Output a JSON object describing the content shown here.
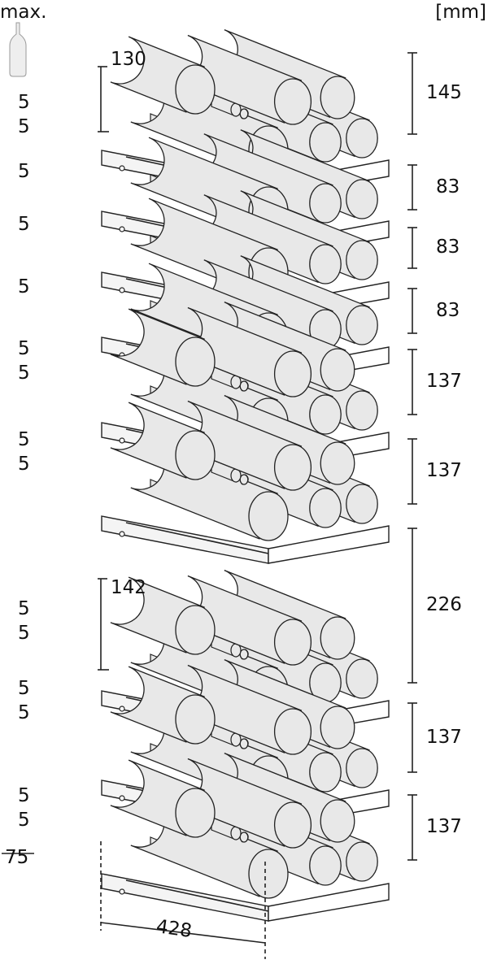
{
  "header": {
    "max_label": "max.",
    "unit_label": "[mm]"
  },
  "shelves": [
    {
      "capacity": [
        "5",
        "5"
      ],
      "height": "145",
      "layers": 2
    },
    {
      "capacity": [
        "5"
      ],
      "height": "83",
      "layers": 1
    },
    {
      "capacity": [
        "5"
      ],
      "height": "83",
      "layers": 1
    },
    {
      "capacity": [
        "5"
      ],
      "height": "83",
      "layers": 1
    },
    {
      "capacity": [
        "5",
        "5"
      ],
      "height": "137",
      "layers": 2
    },
    {
      "capacity": [
        "5",
        "5"
      ],
      "height": "137",
      "layers": 2
    },
    {
      "capacity": [
        "5",
        "5"
      ],
      "height": "226",
      "layers": 2
    },
    {
      "capacity": [
        "5",
        "5"
      ],
      "height": "137",
      "layers": 2
    },
    {
      "capacity": [
        "5",
        "5"
      ],
      "height": "137",
      "layers": 2
    }
  ],
  "annotations": {
    "top_bottle_height": "130",
    "lower_bottle_height": "142",
    "width": "428",
    "bottom_gap": "75"
  },
  "colors": {
    "bottle_fill": "#e8e8e8",
    "line": "#222222"
  }
}
